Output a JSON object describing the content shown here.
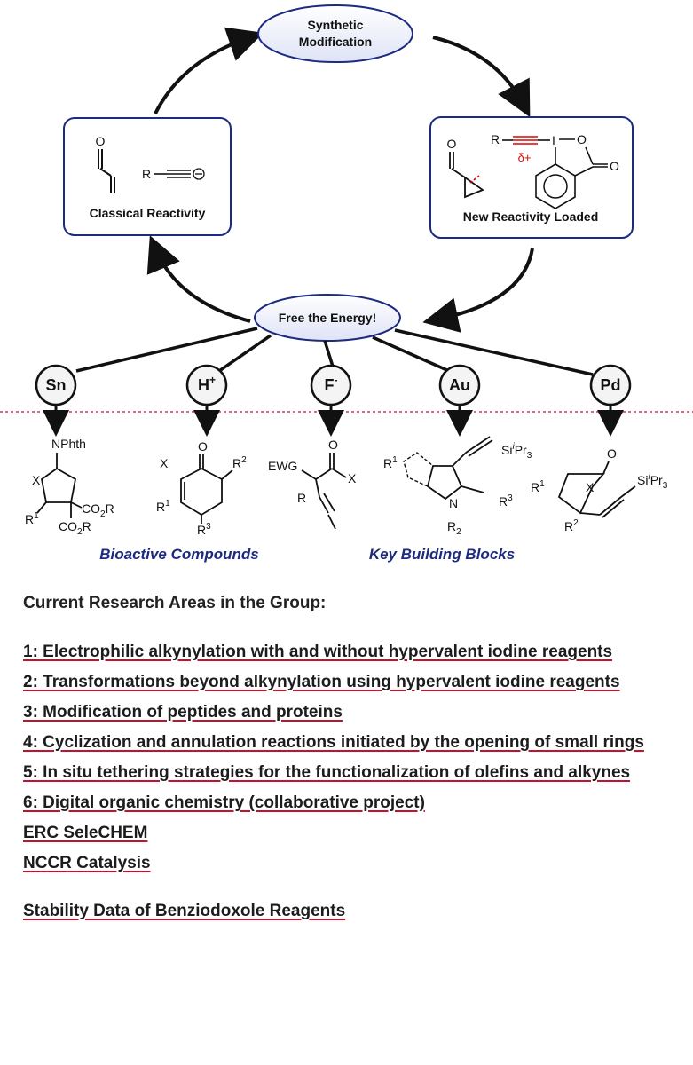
{
  "scheme": {
    "top_node": "Synthetic Modification",
    "top_node_lines": [
      "Synthetic",
      "Modification"
    ],
    "center_node": "Free the Energy!",
    "left_box_label": "Classical Reactivity",
    "right_box_label": "New Reactivity Loaded",
    "catalysts": [
      "Sn",
      "H+",
      "F-",
      "Au",
      "Pd"
    ],
    "caption_left": "Bioactive Compounds",
    "caption_right": "Key Building Blocks",
    "colors": {
      "accent": "#1c2a80",
      "divider": "#c8102e",
      "node_fill": "#eef0fb"
    }
  },
  "research": {
    "heading": "Current Research Areas in the Group:",
    "items": [
      "1: Electrophilic alkynylation with and without hypervalent iodine reagents",
      "2: Transformations beyond alkynylation using hypervalent iodine reagents",
      "3:  Modification of peptides and proteins",
      "4: Cyclization and annulation reactions initiated by the opening of small rings",
      "5: In situ tethering strategies for the functionalization of olefins and alkynes",
      "6: Digital organic chemistry (collaborative project)",
      "ERC SeleCHEM",
      "NCCR Catalysis"
    ],
    "footer_link": "Stability Data of Benziodoxole Reagents"
  }
}
